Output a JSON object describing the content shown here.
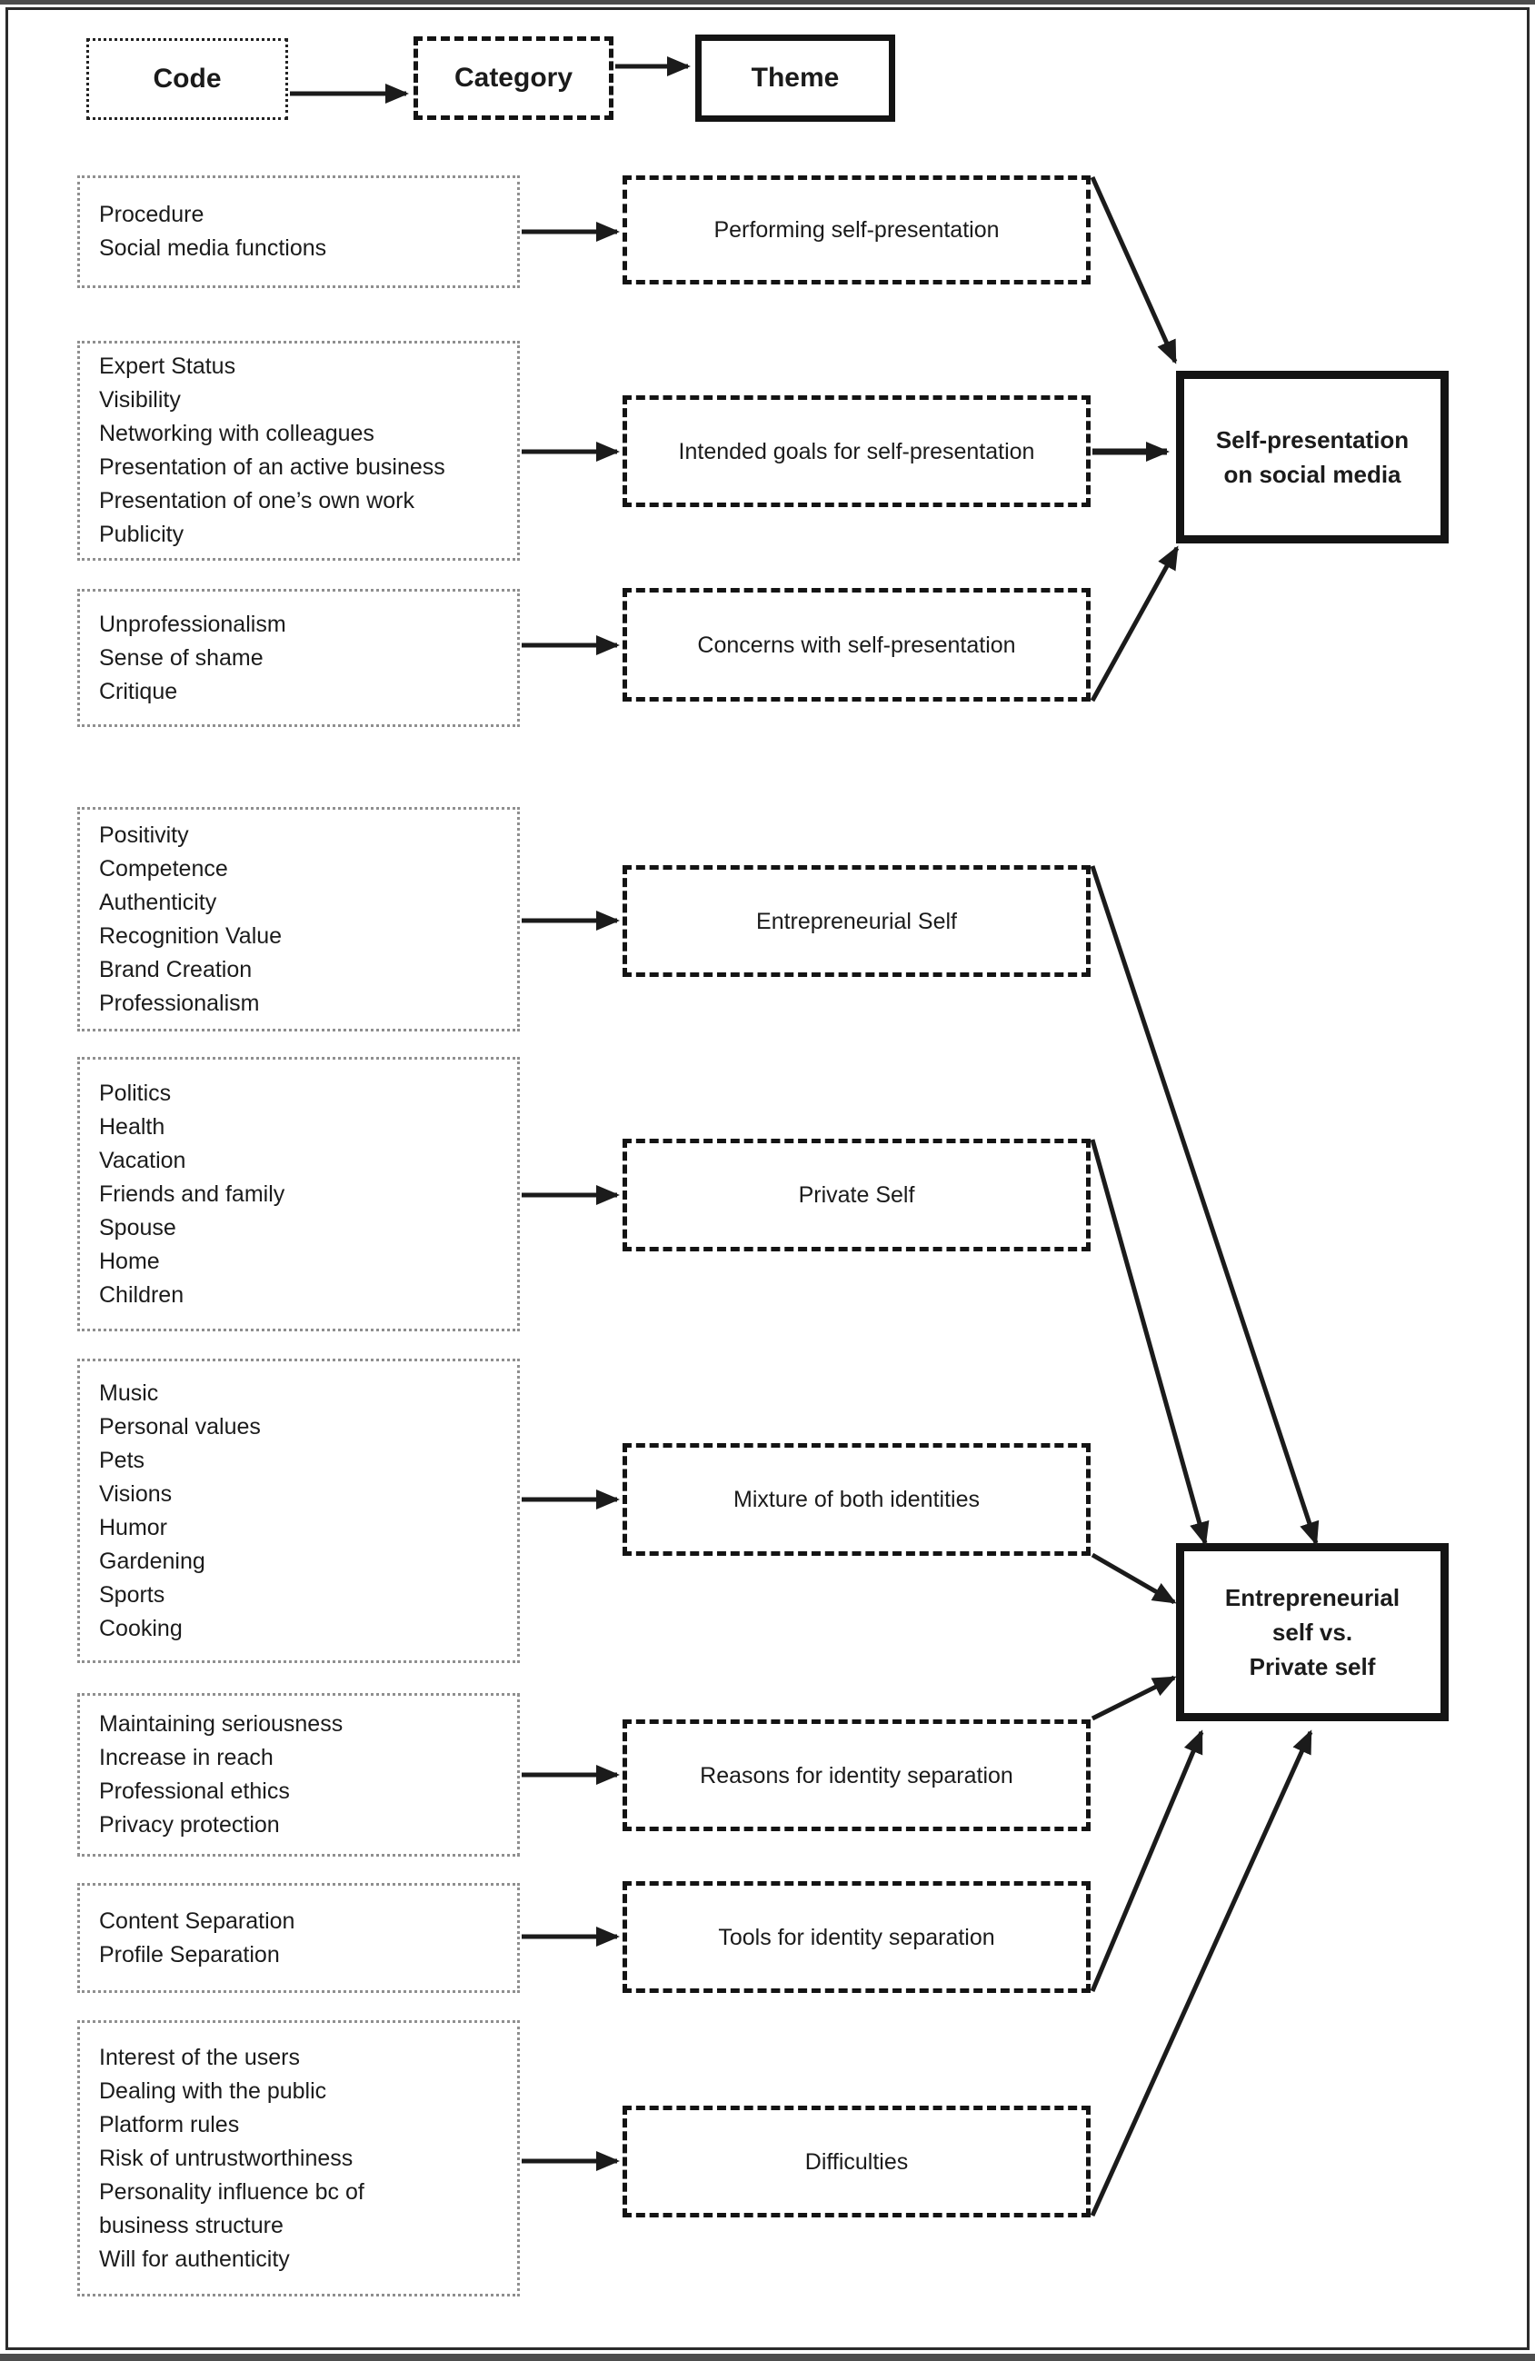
{
  "figure": {
    "legend": {
      "code_label": "Code",
      "category_label": "Category",
      "theme_label": "Theme"
    },
    "rows": [
      {
        "codes": [
          "Procedure",
          "Social media functions"
        ],
        "category": "Performing self-presentation"
      },
      {
        "codes": [
          "Expert Status",
          "Visibility",
          "Networking with colleagues",
          "Presentation of an active business",
          "Presentation of one’s own work",
          "Publicity"
        ],
        "category": "Intended goals for self-presentation"
      },
      {
        "codes": [
          "Unprofessionalism",
          "Sense of shame",
          "Critique"
        ],
        "category": "Concerns with self-presentation"
      },
      {
        "codes": [
          "Positivity",
          "Competence",
          "Authenticity",
          "Recognition Value",
          "Brand Creation",
          "Professionalism"
        ],
        "category": "Entrepreneurial Self"
      },
      {
        "codes": [
          "Politics",
          "Health",
          "Vacation",
          "Friends and family",
          "Spouse",
          "Home",
          "Children"
        ],
        "category": "Private Self"
      },
      {
        "codes": [
          "Music",
          "Personal values",
          "Pets",
          "Visions",
          "Humor",
          "Gardening",
          "Sports",
          "Cooking"
        ],
        "category": "Mixture of both identities"
      },
      {
        "codes": [
          "Maintaining seriousness",
          "Increase in reach",
          "Professional ethics",
          "Privacy protection"
        ],
        "category": "Reasons for identity separation"
      },
      {
        "codes": [
          "Content Separation",
          "Profile Separation"
        ],
        "category": "Tools for identity separation"
      },
      {
        "codes": [
          "Interest of the users",
          "Dealing with the public",
          "Platform rules",
          "Risk of untrustworthiness",
          "Personality influence bc of business structure",
          "Will for authenticity"
        ],
        "category": "Difficulties"
      }
    ],
    "themes": [
      {
        "lines": [
          "Self-presentation",
          "on social media"
        ]
      },
      {
        "lines": [
          "Entrepreneurial",
          "self vs.",
          "Private self"
        ]
      }
    ],
    "colors": {
      "ink": "#1b1b1b",
      "code_border": "#8f8f8f",
      "frame": "#2b2b2b"
    }
  }
}
